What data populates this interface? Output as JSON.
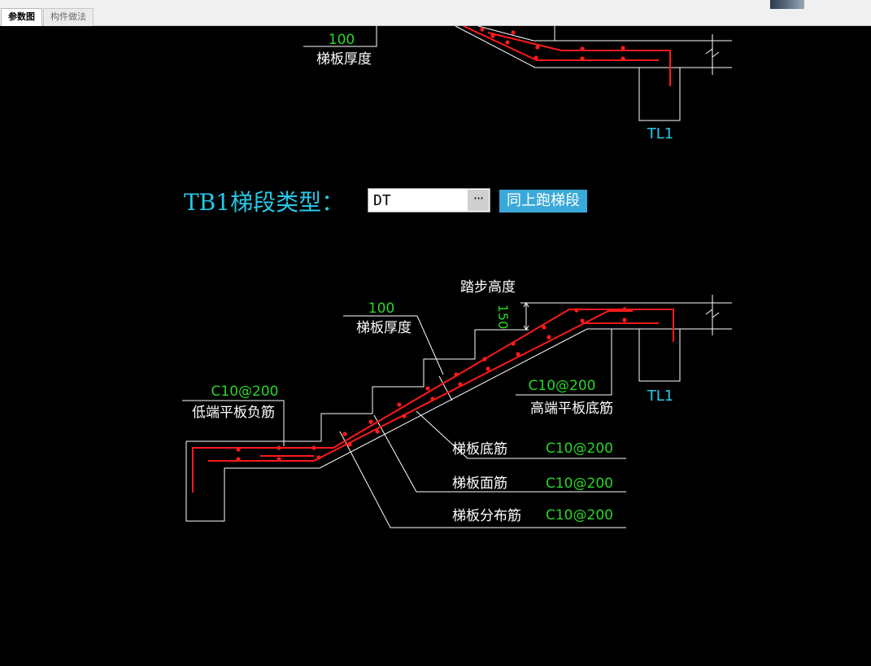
{
  "tabs": [
    {
      "label": "参数图",
      "active": true
    },
    {
      "label": "构件做法",
      "active": false
    }
  ],
  "colors": {
    "background": "#000000",
    "outline": "#ffffff",
    "rebar": "#ff1a1a",
    "value": "#27d627",
    "beam_label": "#27c8e8",
    "button": "#3aa8d8"
  },
  "top_drawing": {
    "thickness_value": "100",
    "thickness_label": "梯板厚度",
    "beam_label": "TL1"
  },
  "stair_type": {
    "label": "TB1梯段类型：",
    "value": "DT",
    "more_label": "···",
    "same_button": "同上跑梯段"
  },
  "bottom_drawing": {
    "step_height_label": "踏步高度",
    "step_height_value": "150",
    "thickness_value": "100",
    "thickness_label": "梯板厚度",
    "low_slab_value": "C10@200",
    "low_slab_label": "低端平板负筋",
    "high_slab_value": "C10@200",
    "high_slab_label": "高端平板底筋",
    "beam_label": "TL1",
    "rebars": [
      {
        "label": "梯板底筋",
        "value": "C10@200"
      },
      {
        "label": "梯板面筋",
        "value": "C10@200"
      },
      {
        "label": "梯板分布筋",
        "value": "C10@200"
      }
    ]
  }
}
